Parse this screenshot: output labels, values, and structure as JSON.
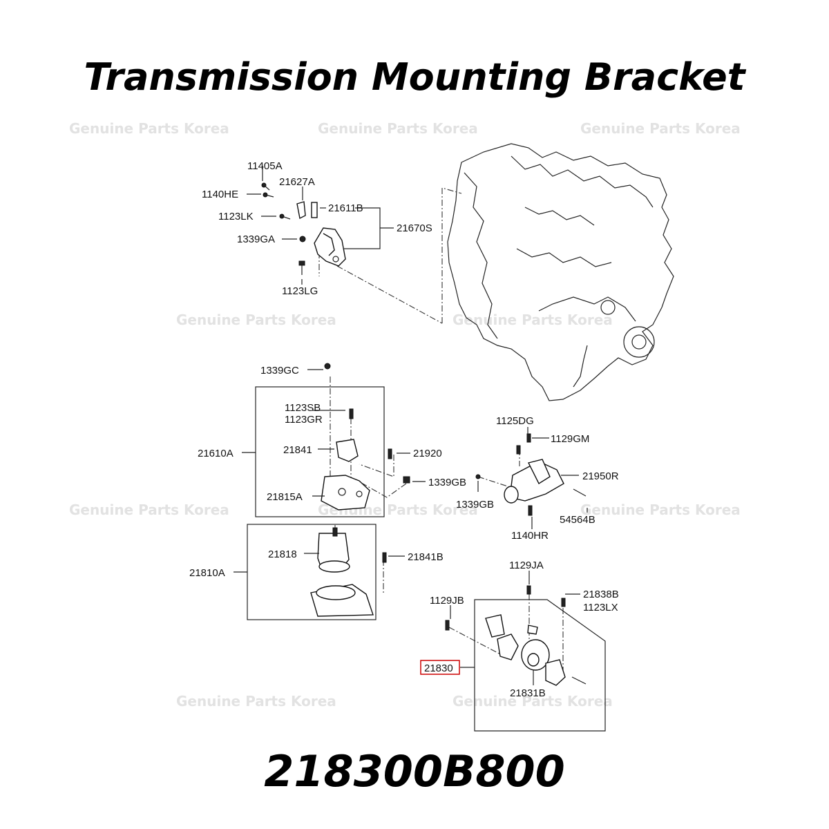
{
  "title": "Transmission Mounting Bracket",
  "part_number": "218300B800",
  "watermark": "Genuine Parts Korea",
  "highlight_color": "#cc0000",
  "labels": {
    "l11405A": "11405A",
    "l21627A": "21627A",
    "l1140HE": "1140HE",
    "l21611B": "21611B",
    "l1123LK": "1123LK",
    "l21670S": "21670S",
    "l1339GA": "1339GA",
    "l1123LG": "1123LG",
    "l1339GC": "1339GC",
    "l1123SB": "1123SB",
    "l1123GR": "1123GR",
    "l21841": "21841",
    "l21920": "21920",
    "l21610A": "21610A",
    "l1339GB_a": "1339GB",
    "l21815A": "21815A",
    "l1125DG": "1125DG",
    "l1129GM": "1129GM",
    "l21950R": "21950R",
    "l1339GB_b": "1339GB",
    "l54564B": "54564B",
    "l1140HR": "1140HR",
    "l21818": "21818",
    "l21841B": "21841B",
    "l21810A": "21810A",
    "l1129JA": "1129JA",
    "l1129JB": "1129JB",
    "l21838B": "21838B",
    "l1123LX": "1123LX",
    "l21830": "21830",
    "l21831B": "21831B"
  }
}
